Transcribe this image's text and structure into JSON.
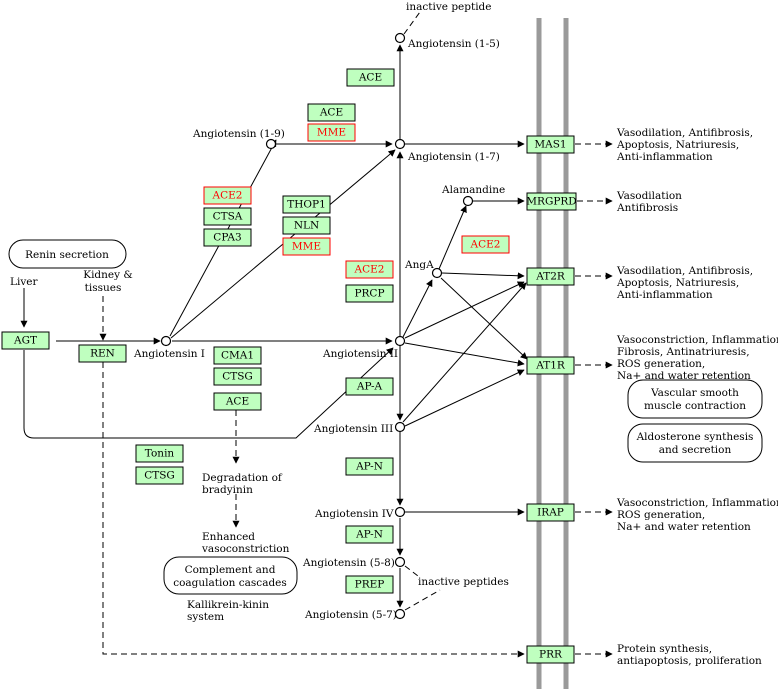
{
  "genes": {
    "agt": "AGT",
    "ren": "REN",
    "ace_1": "ACE",
    "ace_2": "ACE",
    "ace_3": "ACE",
    "mme_1": "MME",
    "mme_2": "MME",
    "ace2_1": "ACE2",
    "ace2_2": "ACE2",
    "ace2_3": "ACE2",
    "ctsa": "CTSA",
    "cpa3": "CPA3",
    "thop1": "THOP1",
    "nln": "NLN",
    "prcp": "PRCP",
    "cma1": "CMA1",
    "ctsg_1": "CTSG",
    "ctsg_2": "CTSG",
    "tonin": "Tonin",
    "apa": "AP-A",
    "apn_1": "AP-N",
    "apn_2": "AP-N",
    "prep": "PREP",
    "mas1": "MAS1",
    "mrgprd": "MRGPRD",
    "at2r": "AT2R",
    "at1r": "AT1R",
    "irap": "IRAP",
    "prr": "PRR"
  },
  "compounds": {
    "ang1": "Angiotensin I",
    "ang2": "Angiotensin II",
    "ang3": "Angiotensin III",
    "ang4": "Angiotensin IV",
    "ang15": "Angiotensin (1-5)",
    "ang19": "Angiotensin (1-9)",
    "ang17": "Angiotensin (1-7)",
    "ang58": "Angiotensin (5-8)",
    "ang57": "Angiotensin (5-7)",
    "alamandine": "Alamandine",
    "anga": "AngA",
    "inactive_peptide": "inactive peptide",
    "inactive_peptides": "inactive peptides"
  },
  "labels": {
    "liver": "Liver",
    "kidney1": "Kidney &",
    "kidney2": "tissues",
    "degradation1": "Degradation of",
    "degradation2": "bradyinin",
    "enhanced1": "Enhanced",
    "enhanced2": "vasoconstriction",
    "kallikrein1": "Kallikrein-kinin",
    "kallikrein2": "system"
  },
  "boxes": {
    "renin": "Renin secretion",
    "vsmc1": "Vascular smooth",
    "vsmc2": "muscle contraction",
    "aldo1": "Aldosterone synthesis",
    "aldo2": "and secretion",
    "comp1": "Complement and",
    "comp2": "coagulation cascades"
  },
  "effects": {
    "mas1": [
      "Vasodilation, Antifibrosis,",
      "Apoptosis, Natriuresis,",
      "Anti-inflammation"
    ],
    "mrgprd": [
      "Vasodilation",
      "Antifibrosis"
    ],
    "at2r": [
      "Vasodilation, Antifibrosis,",
      "Apoptosis, Natriuresis,",
      "Anti-inflammation"
    ],
    "at1r": [
      "Vasoconstriction, Inflammation,",
      "Fibrosis, Antinatriuresis,",
      "ROS generation,",
      "Na+ and water retention"
    ],
    "irap": [
      "Vasoconstriction, Inflammation,",
      "ROS generation,",
      "Na+ and water retention"
    ],
    "prr": [
      "Protein synthesis,",
      "antiapoptosis, proliferation"
    ]
  }
}
